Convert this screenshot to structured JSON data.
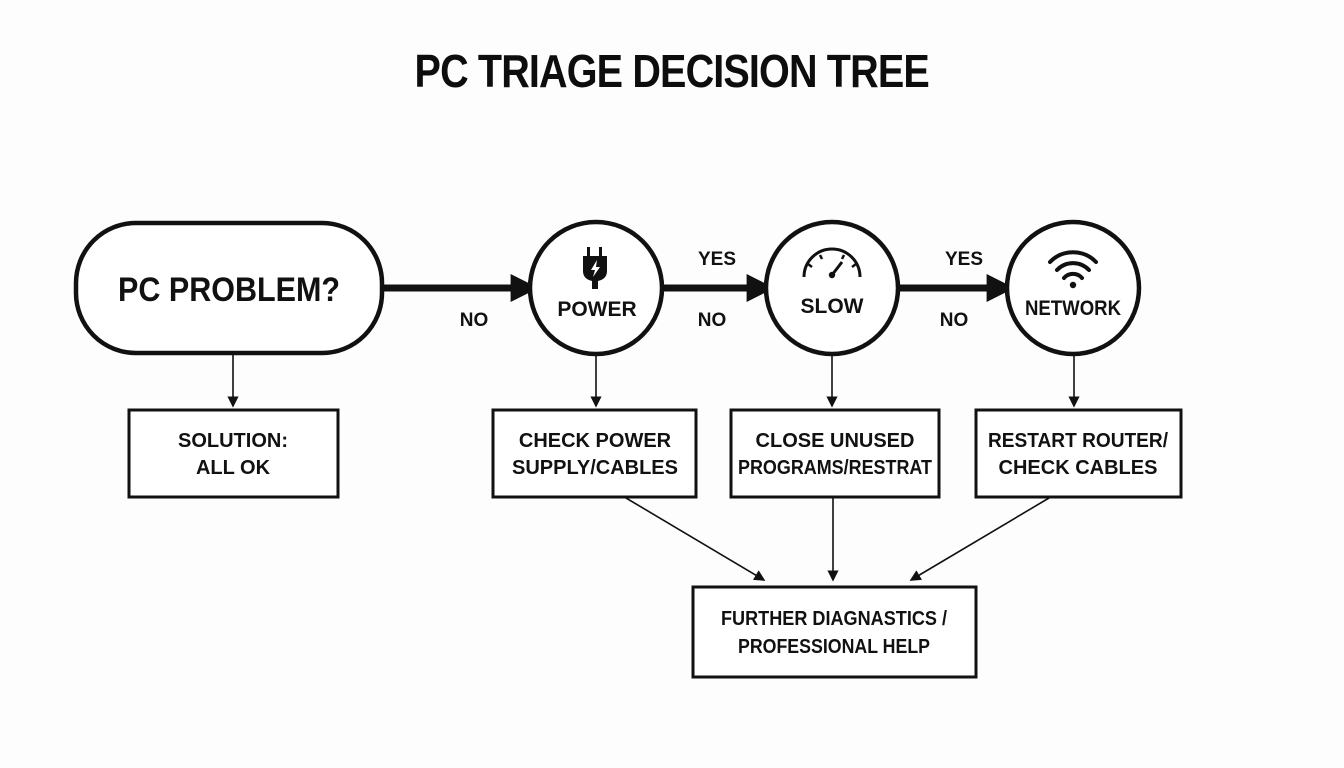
{
  "title": "PC TRIAGE DECISION TREE",
  "start_node": {
    "label": "PC PROBLEM?"
  },
  "decision_nodes": [
    {
      "label": "POWER",
      "icon": "plug-icon"
    },
    {
      "label": "SLOW",
      "icon": "speedometer-icon"
    },
    {
      "label": "NETWORK",
      "icon": "wifi-icon"
    }
  ],
  "edge_labels": {
    "start_to_power": "NO",
    "power_to_slow_yes": "YES",
    "power_to_slow_no": "NO",
    "slow_to_network_yes": "YES",
    "slow_to_network_no": "NO"
  },
  "solution_boxes": [
    {
      "lines": [
        "SOLUTION:",
        "ALL OK"
      ]
    },
    {
      "lines": [
        "CHECK POWER",
        "SUPPLY/CABLES"
      ]
    },
    {
      "lines": [
        "CLOSE UNUSED",
        "PROGRAMS/RESTRAT"
      ]
    },
    {
      "lines": [
        "RESTART ROUTER/",
        "CHECK CABLES"
      ]
    }
  ],
  "final_box": {
    "lines": [
      "FURTHER DIAGNASTICS /",
      "PROFESSIONAL HELP"
    ]
  }
}
